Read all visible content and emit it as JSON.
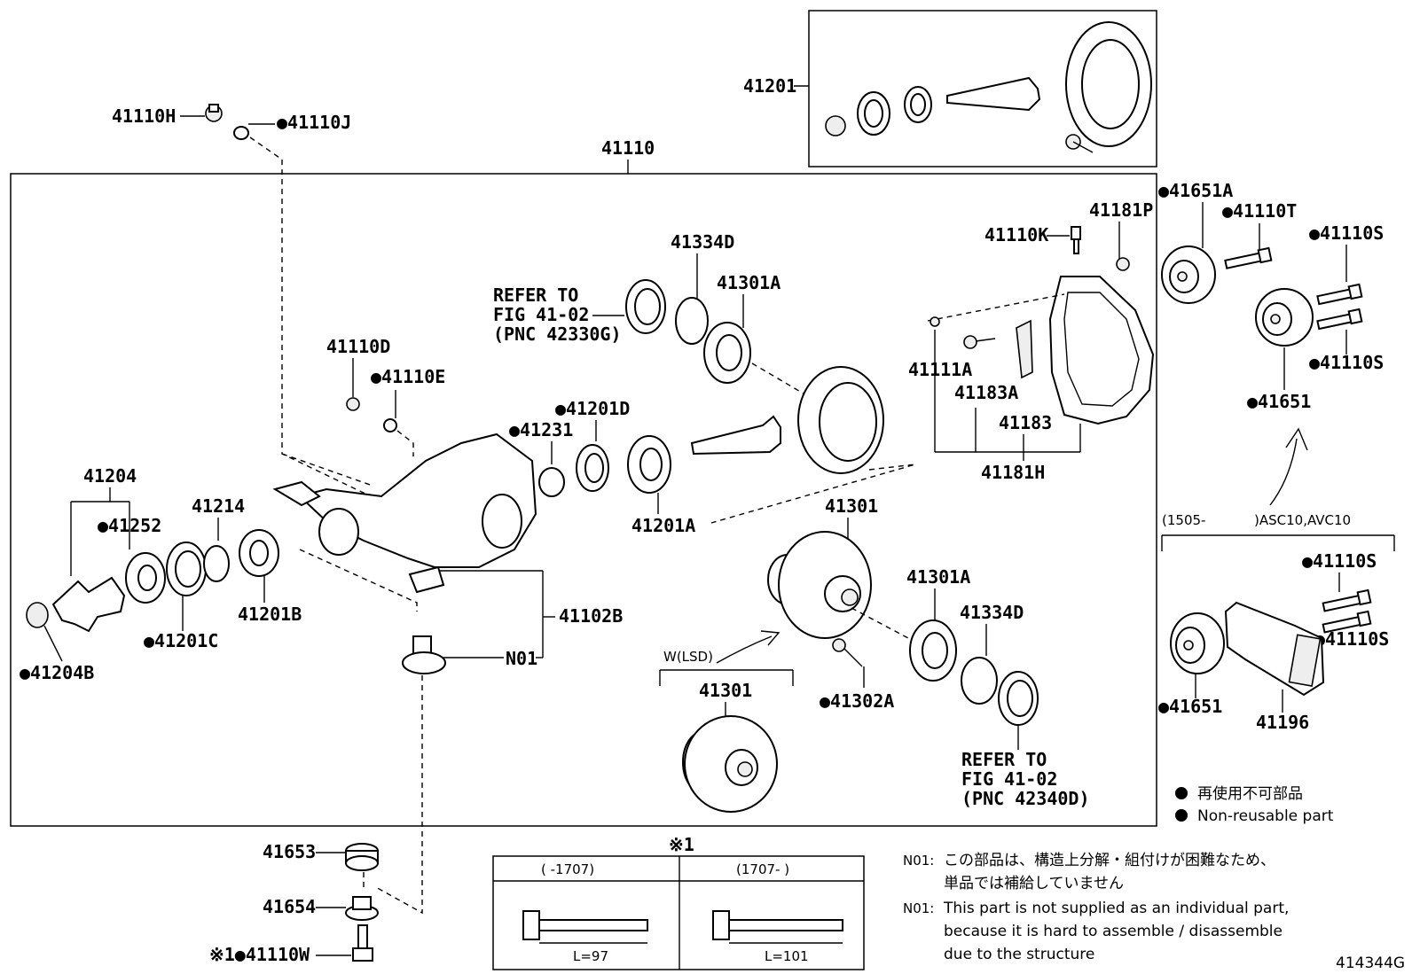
{
  "labels": {
    "p41110H": "41110H",
    "p41110J": "●41110J",
    "p41110": "41110",
    "p41201": "41201",
    "p41651A": "●41651A",
    "p41110T": "●41110T",
    "p41110S_1": "●41110S",
    "p41110S_2": "●41110S",
    "p41651": "●41651",
    "p41181P": "41181P",
    "p41110K": "41110K",
    "p41334D_top": "41334D",
    "p41301A_top": "41301A",
    "refer1_l1": "REFER TO",
    "refer1_l2": "FIG 41-02",
    "refer1_l3": "(PNC 42330G)",
    "p41110D": "41110D",
    "p41110E": "●41110E",
    "p41201D": "●41201D",
    "p41231": "●41231",
    "p41111A": "41111A",
    "p41183A": "41183A",
    "p41183": "41183",
    "p41181H": "41181H",
    "p41204": "41204",
    "p41252": "●41252",
    "p41214": "41214",
    "p41201A": "41201A",
    "p41301": "41301",
    "p41102B": "41102B",
    "p41201B": "41201B",
    "p41201C": "●41201C",
    "p41204B": "●41204B",
    "pN01": "N01",
    "p41301A_bot": "41301A",
    "p41334D_bot": "41334D",
    "wlsd": "W(LSD)",
    "p41301_lsd": "41301",
    "p41302A": "●41302A",
    "refer2_l1": "REFER TO",
    "refer2_l2": "FIG 41-02",
    "refer2_l3": "(PNC 42340D)",
    "asc_range": "(1505-",
    "asc_models": ")ASC10,AVC10",
    "p41110S_3": "●41110S",
    "p41110S_4": "●41110S",
    "p41651_b": "●41651",
    "p41196": "41196",
    "p41653": "41653",
    "p41654": "41654",
    "p41110W": "※1●41110W",
    "diagram_id": "414344G"
  },
  "legend": {
    "jp": "再使用不可部品",
    "en": "Non-reusable part"
  },
  "bolt_table": {
    "title": "※1",
    "col1_header": "(     -1707)",
    "col2_header": "(1707-     )",
    "col1_length": "L=97",
    "col2_length": "L=101"
  },
  "notes": {
    "n01_tag_1": "N01:",
    "n01_jp_l1": "この部品は、構造上分解・組付けが困難なため、",
    "n01_jp_l2": "単品では補給していません",
    "n01_tag_2": "N01:",
    "n01_en_l1": "This part is not supplied as an individual part,",
    "n01_en_l2": "because it is hard to assemble / disassemble",
    "n01_en_l3": "due to the structure"
  }
}
